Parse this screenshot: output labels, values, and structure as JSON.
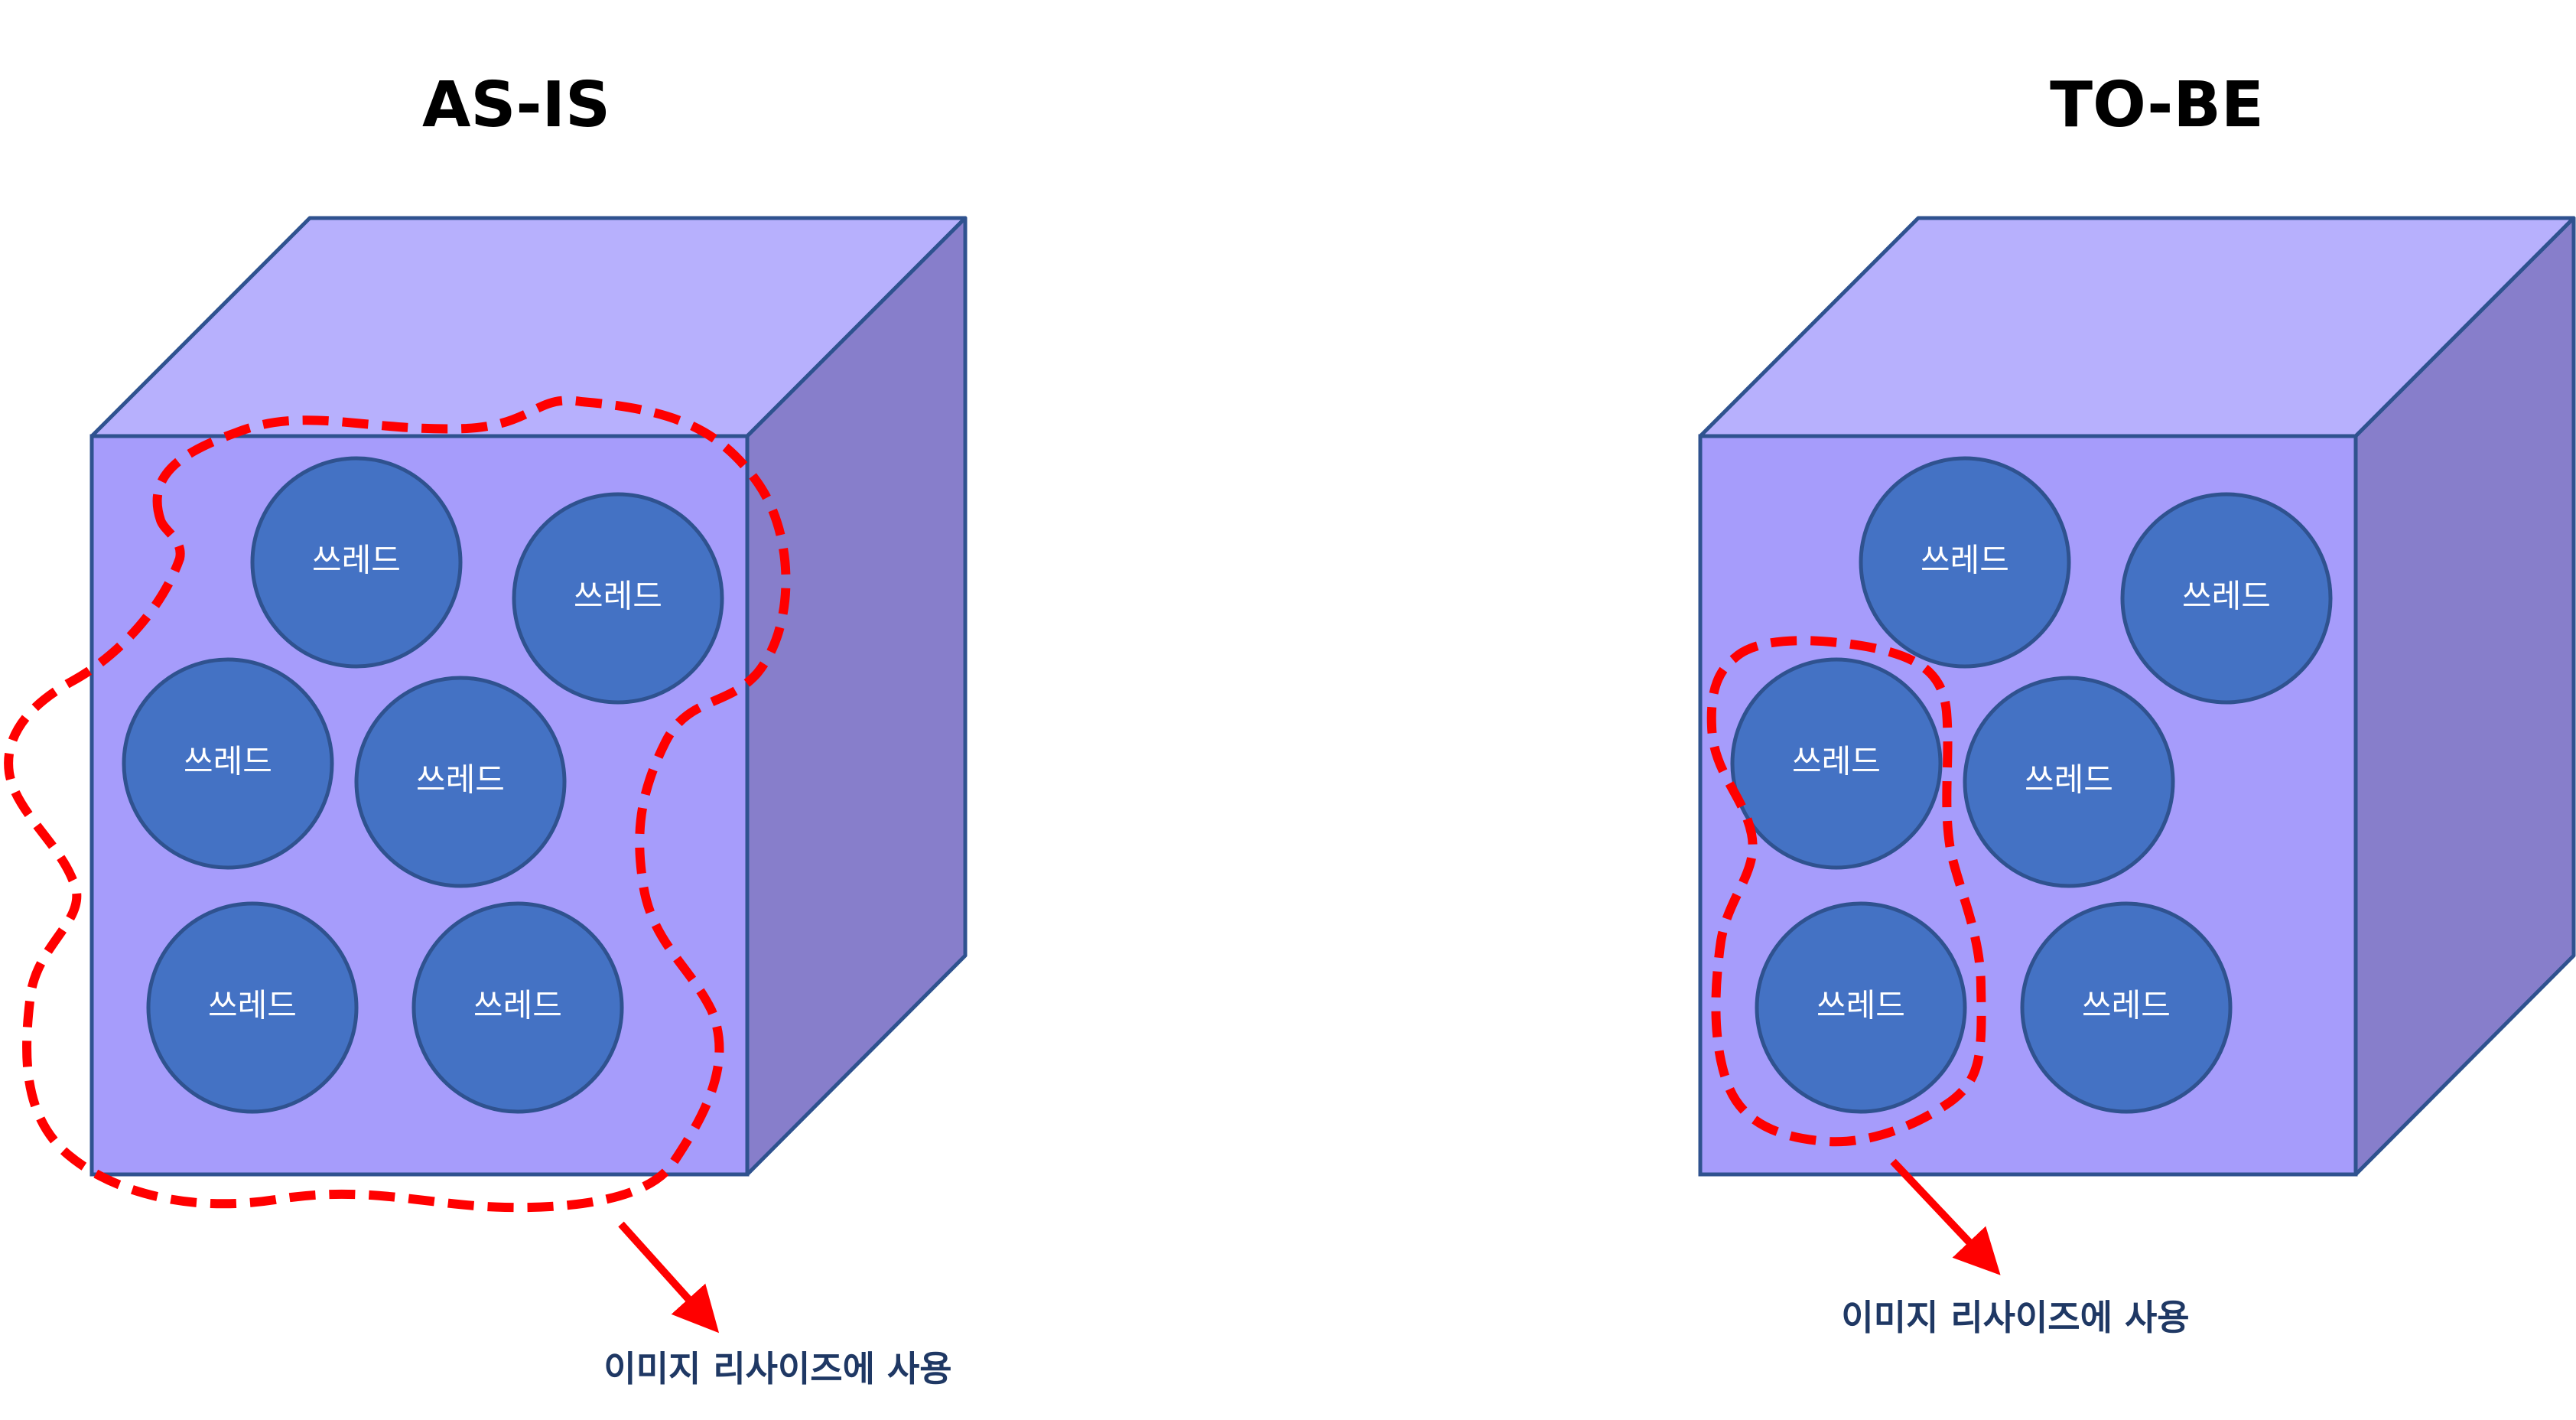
{
  "as_is": {
    "title": "AS-IS",
    "threads": [
      "쓰레드",
      "쓰레드",
      "쓰레드",
      "쓰레드",
      "쓰레드",
      "쓰레드"
    ],
    "annotation": "이미지 리사이즈에 사용"
  },
  "to_be": {
    "title": "TO-BE",
    "threads": [
      "쓰레드",
      "쓰레드",
      "쓰레드",
      "쓰레드",
      "쓰레드",
      "쓰레드"
    ],
    "annotation": "이미지 리사이즈에 사용"
  },
  "colors": {
    "cube_top": "#b7b0fd",
    "cube_front": "#a69cfb",
    "cube_side": "#877ecb",
    "cube_edge": "#2f528f",
    "thread_fill": "#4472c4",
    "thread_stroke": "#2f528f",
    "highlight": "#ff0000",
    "caption_text": "#1f3864"
  }
}
